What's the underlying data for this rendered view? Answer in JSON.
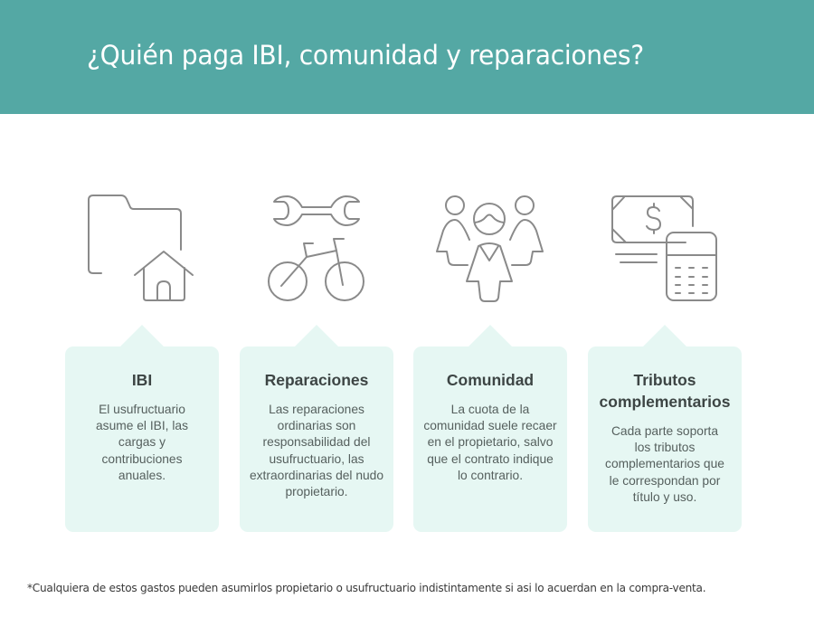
{
  "header": {
    "title": "¿Quién paga IBI, comunidad y reparaciones?",
    "background_color": "#54a8a4"
  },
  "cards": [
    {
      "icon": "folder-house-icon",
      "title": "IBI",
      "body": "El usufructuario asume el IBI, las cargas y contribuciones anuales."
    },
    {
      "icon": "wrench-bicycle-icon",
      "title": "Reparaciones",
      "body": "Las reparaciones ordinarias son responsabilidad del usufructuario, las extraordinarias del nudo propietario."
    },
    {
      "icon": "people-group-icon",
      "title": "Comunidad",
      "body": "La cuota de la comunidad suele recaer en el propietario, salvo que el contrato indique lo contrario."
    },
    {
      "icon": "money-calculator-icon",
      "title": "Tributos complementarios",
      "body": "Cada parte soporta los tributos complementarios que le correspondan por título y uso."
    }
  ],
  "colors": {
    "card_background": "#e6f7f3",
    "icon_stroke": "#8a8a8a",
    "card_title": "#3d4544",
    "card_text": "#56605e"
  },
  "footnote": "*Cualquiera de estos gastos pueden asumirlos propietario o usufructuario indistintamente si asi lo acuerdan en la compra-venta."
}
